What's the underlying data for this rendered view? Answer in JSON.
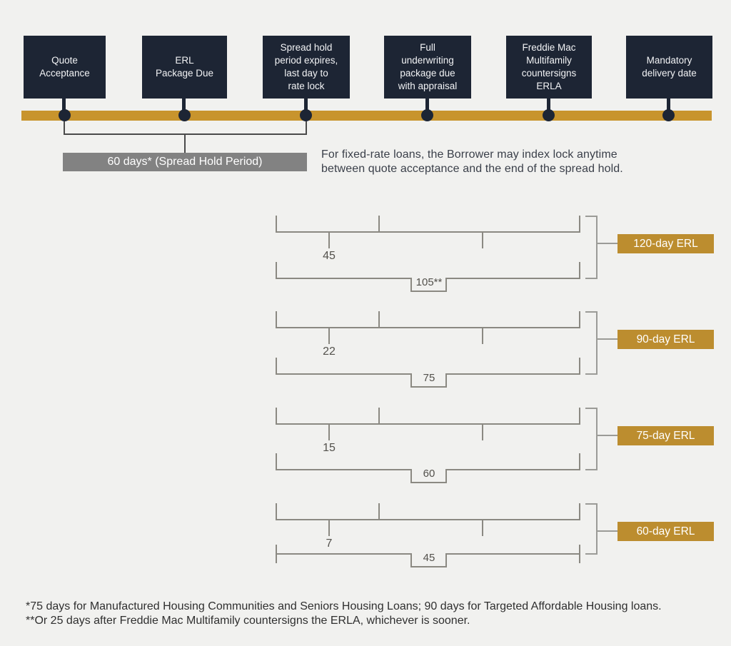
{
  "colors": {
    "background": "#f1f1ef",
    "navy_box": "#1d2534",
    "gold_bar": "#c8942d",
    "gold_label": "#bc8d2f",
    "gray_box": "#828282",
    "ruler_line": "#8b8982"
  },
  "timeline": {
    "events": [
      {
        "label": "Quote\nAcceptance"
      },
      {
        "label": "ERL\nPackage Due"
      },
      {
        "label": "Spread hold\nperiod expires,\nlast day to\nrate lock"
      },
      {
        "label": "Full\nunderwriting\npackage due\nwith appraisal"
      },
      {
        "label": "Freddie Mac\nMultifamily\ncountersigns\nERLA"
      },
      {
        "label": "Mandatory\ndelivery date"
      }
    ],
    "spread_hold_label": "60 days* (Spread Hold Period)",
    "note": "For fixed-rate loans, the Borrower may index lock anytime\nbetween quote acceptance and the end of the spread hold."
  },
  "erl_sections": [
    {
      "label": "120-day ERL",
      "upper_days": "45",
      "lower_days": "105**"
    },
    {
      "label": "90-day ERL",
      "upper_days": "22",
      "lower_days": "75"
    },
    {
      "label": "75-day ERL",
      "upper_days": "15",
      "lower_days": "60"
    },
    {
      "label": "60-day ERL",
      "upper_days": "7",
      "lower_days": "45"
    }
  ],
  "footnotes": "*75 days for Manufactured Housing Communities and Seniors Housing Loans; 90 days for Targeted Affordable Housing loans.\n**Or 25 days after Freddie Mac Multifamily countersigns the ERLA, whichever is sooner."
}
